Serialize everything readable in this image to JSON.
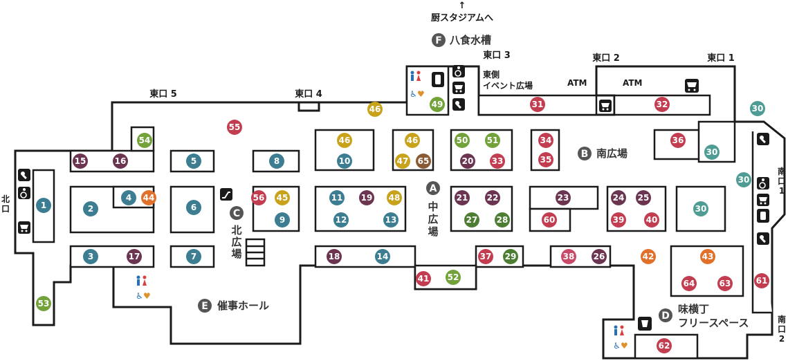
{
  "colors": {
    "teal": "#3c7d91",
    "plum": "#6b3552",
    "olive": "#73a23a",
    "gold": "#c9a21c",
    "crimson": "#c33d51",
    "orange": "#e0702a",
    "brown": "#8a5a34",
    "green": "#4d7d33",
    "rose": "#c84a68",
    "seafoam": "#4e9c94",
    "zone": "#555555"
  },
  "labels": {
    "stadium": "厨スタジアムへ",
    "arrow": "↑",
    "gates": {
      "east1": "東口 1",
      "east2": "東口 2",
      "east3": "東口 3",
      "east4": "東口 4",
      "east5": "東口 5",
      "north_a": "北",
      "north_b": "口",
      "south1_a": "南",
      "south1_b": "口",
      "south1_c": "1",
      "south2_a": "南",
      "south2_b": "口",
      "south2_c": "2"
    },
    "areas": {
      "zone_f_letter": "F",
      "zone_f": "八食水槽",
      "zone_b_letter": "B",
      "zone_b": "南広場",
      "zone_a_letter": "A",
      "zone_a_1": "中",
      "zone_a_2": "広",
      "zone_a_3": "場",
      "zone_c_letter": "C",
      "zone_c_1": "北",
      "zone_c_2": "広",
      "zone_c_3": "場",
      "zone_e_letter": "E",
      "zone_e": "催事ホール",
      "zone_d_letter": "D",
      "zone_d_1": "味横丁",
      "zone_d_2": "フリースペース",
      "event_1": "東側",
      "event_2": "イベント広場",
      "atm_1": "ATM",
      "atm_2": "ATM"
    }
  },
  "icons": [
    "phone-icon",
    "wheelchair-icon",
    "cart-icon",
    "restroom-icon",
    "escalator-icon",
    "cup-icon"
  ],
  "shops": [
    {
      "n": "1",
      "c": "teal"
    },
    {
      "n": "2",
      "c": "teal"
    },
    {
      "n": "3",
      "c": "teal"
    },
    {
      "n": "4",
      "c": "teal"
    },
    {
      "n": "5",
      "c": "teal"
    },
    {
      "n": "6",
      "c": "teal"
    },
    {
      "n": "7",
      "c": "teal"
    },
    {
      "n": "8",
      "c": "teal"
    },
    {
      "n": "9",
      "c": "teal"
    },
    {
      "n": "10",
      "c": "teal"
    },
    {
      "n": "11",
      "c": "teal"
    },
    {
      "n": "12",
      "c": "teal"
    },
    {
      "n": "13",
      "c": "teal"
    },
    {
      "n": "14",
      "c": "teal"
    },
    {
      "n": "15",
      "c": "plum"
    },
    {
      "n": "16",
      "c": "plum"
    },
    {
      "n": "17",
      "c": "plum"
    },
    {
      "n": "18",
      "c": "plum"
    },
    {
      "n": "19",
      "c": "plum"
    },
    {
      "n": "20",
      "c": "plum"
    },
    {
      "n": "21",
      "c": "plum"
    },
    {
      "n": "22",
      "c": "plum"
    },
    {
      "n": "23",
      "c": "plum"
    },
    {
      "n": "24",
      "c": "plum"
    },
    {
      "n": "25",
      "c": "plum"
    },
    {
      "n": "26",
      "c": "plum"
    },
    {
      "n": "27",
      "c": "green"
    },
    {
      "n": "28",
      "c": "green"
    },
    {
      "n": "29",
      "c": "green"
    },
    {
      "n": "30",
      "c": "seafoam"
    },
    {
      "n": "30",
      "c": "seafoam"
    },
    {
      "n": "30",
      "c": "seafoam"
    },
    {
      "n": "30",
      "c": "seafoam"
    },
    {
      "n": "30",
      "c": "seafoam"
    },
    {
      "n": "31",
      "c": "crimson"
    },
    {
      "n": "32",
      "c": "crimson"
    },
    {
      "n": "33",
      "c": "crimson"
    },
    {
      "n": "34",
      "c": "crimson"
    },
    {
      "n": "35",
      "c": "crimson"
    },
    {
      "n": "36",
      "c": "crimson"
    },
    {
      "n": "37",
      "c": "crimson"
    },
    {
      "n": "38",
      "c": "rose"
    },
    {
      "n": "39",
      "c": "crimson"
    },
    {
      "n": "40",
      "c": "crimson"
    },
    {
      "n": "41",
      "c": "crimson"
    },
    {
      "n": "42",
      "c": "orange"
    },
    {
      "n": "43",
      "c": "orange"
    },
    {
      "n": "44",
      "c": "orange"
    },
    {
      "n": "45",
      "c": "gold"
    },
    {
      "n": "46",
      "c": "gold"
    },
    {
      "n": "46",
      "c": "gold"
    },
    {
      "n": "46",
      "c": "gold"
    },
    {
      "n": "47",
      "c": "gold"
    },
    {
      "n": "48",
      "c": "gold"
    },
    {
      "n": "49",
      "c": "olive"
    },
    {
      "n": "50",
      "c": "olive"
    },
    {
      "n": "51",
      "c": "olive"
    },
    {
      "n": "52",
      "c": "olive"
    },
    {
      "n": "53",
      "c": "olive"
    },
    {
      "n": "54",
      "c": "olive"
    },
    {
      "n": "55",
      "c": "crimson"
    },
    {
      "n": "56",
      "c": "crimson"
    },
    {
      "n": "60",
      "c": "crimson"
    },
    {
      "n": "61",
      "c": "crimson"
    },
    {
      "n": "62",
      "c": "crimson"
    },
    {
      "n": "63",
      "c": "crimson"
    },
    {
      "n": "64",
      "c": "crimson"
    },
    {
      "n": "65",
      "c": "brown"
    }
  ]
}
